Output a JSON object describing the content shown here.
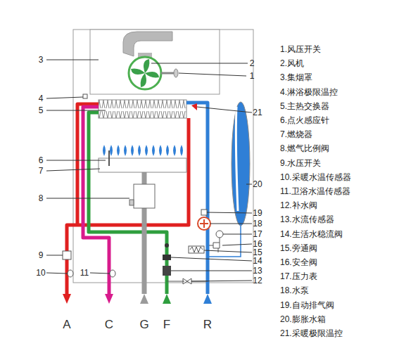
{
  "diagram": {
    "labels": [
      "1",
      "2",
      "3",
      "4",
      "5",
      "6",
      "7",
      "8",
      "9",
      "10",
      "11",
      "12",
      "13",
      "14",
      "15",
      "16",
      "17",
      "18",
      "19",
      "20",
      "21",
      "1.风压开关",
      "2.风机",
      "3.集烟罩",
      "4.淋浴极限温控",
      "5.主热交换器",
      "6.点火感应针",
      "7.燃烧器",
      "8.燃气比例阀",
      "9.水压开关",
      "10.采暖水温传感器",
      "11.卫浴水温传感器",
      "12.补水阀",
      "13.水流传感器",
      "14.生活水稳流阀",
      "15.旁通阀",
      "16.安全阀",
      "17.压力表",
      "18.水泵",
      "19.自动排气阀",
      "20.膨胀水箱",
      "21.采暖极限温控",
      "A",
      "C",
      "G",
      "F",
      "R"
    ]
  }
}
